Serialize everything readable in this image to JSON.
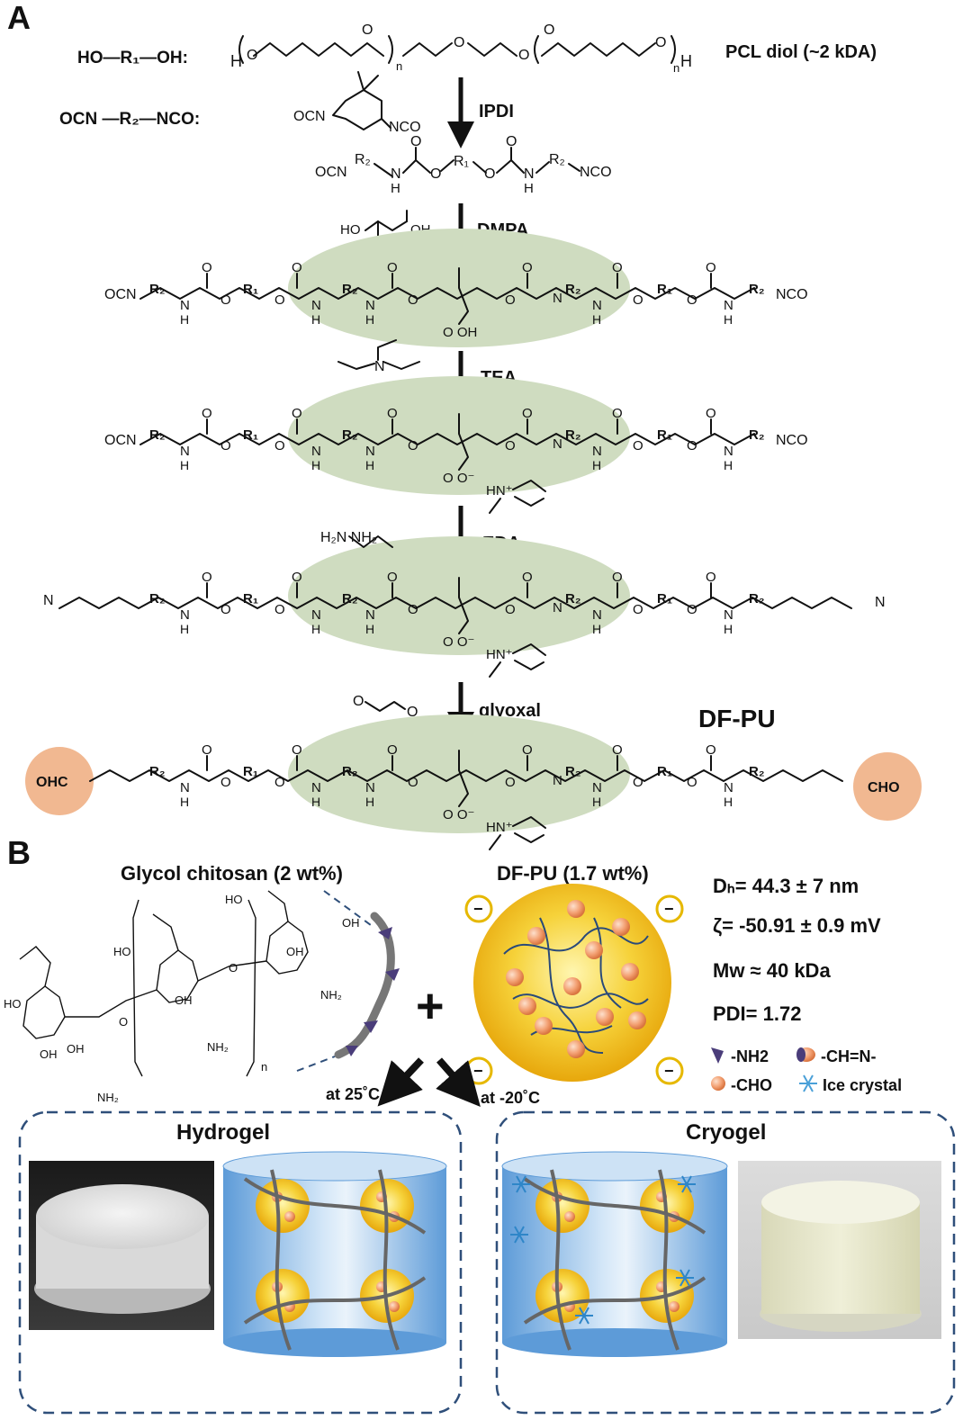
{
  "panel_a": {
    "panel_label": "A",
    "diol_generic": "HO—R₁—OH:",
    "diisocyanate_generic": "OCN —R₂—NCO:",
    "pcl_label": "PCL diol (~2 kDA)",
    "pcl_end_left": "H",
    "pcl_end_right": "H",
    "pcl_repeat_sub": "n",
    "steps": [
      {
        "reagent": "IPDI"
      },
      {
        "reagent": "DMPA"
      },
      {
        "reagent": "TEA"
      },
      {
        "reagent": "EDA"
      },
      {
        "reagent": "glyoxal"
      }
    ],
    "dmpa_structure": {
      "ho1": "HO",
      "oh": "OH",
      "ho2": "HO"
    },
    "eda_structure": "H₂N    NH₂",
    "product_label": "DF-PU",
    "ocn": "OCN",
    "nco": "NCO",
    "ohc": "OHC",
    "cho": "CHO",
    "r1": "R₁",
    "r2": "R₂",
    "o": "O",
    "nh": "N",
    "h": "H",
    "n": "N",
    "ooh": "O   OH",
    "hn_plus": "HN⁺",
    "carboxylate": "O   O⁻"
  },
  "panel_b": {
    "panel_label": "B",
    "chitosan_label": "Glycol chitosan (2 wt%)",
    "dfpu_label": "DF-PU (1.7 wt%)",
    "props": [
      "Dₕ= 44.3 ± 7 nm",
      "ζ= -50.91 ± 0.9 mV",
      "Mw ≈ 40 kDa",
      "PDI= 1.72"
    ],
    "legend": [
      {
        "label": "-NH2",
        "icon": "nh2-icon"
      },
      {
        "label": "-CH=N-",
        "icon": "imine-icon"
      },
      {
        "label": "-CHO",
        "icon": "cho-icon"
      },
      {
        "label": "Ice crystal",
        "icon": "ice-crystal-icon"
      }
    ],
    "charge": "−",
    "plus": "+",
    "cond_left": "at 25˚C",
    "cond_right": "at -20˚C",
    "gel_left": "Hydrogel",
    "gel_right": "Cryogel",
    "chitosan_text": {
      "ho": "HO",
      "oh": "OH",
      "o": "O",
      "nh2": "NH₂",
      "n": "n"
    }
  },
  "colors": {
    "highlight_green": "#cfdcc0",
    "highlight_orange": "#f1b891",
    "orange_text": "#e07b2c",
    "dashed_box": "#2f4f7a",
    "particle_yellow": "#f6c515",
    "chain_purple": "#4a3d7a",
    "bead_orange": "#f09a6c",
    "cylinder_blue": "#7fb2e2"
  }
}
